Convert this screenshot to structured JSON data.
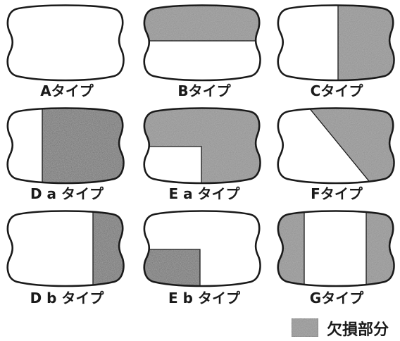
{
  "fill_color": "#8f8f8f",
  "fill_color_dark": "#6e6e6e",
  "outline_color": "#1a1a1a",
  "types": [
    {
      "id": "a",
      "label": "Aタイプ"
    },
    {
      "id": "b",
      "label": "Bタイプ"
    },
    {
      "id": "c",
      "label": "Cタイプ"
    },
    {
      "id": "da",
      "label": "D a タイプ"
    },
    {
      "id": "ea",
      "label": "E a タイプ"
    },
    {
      "id": "f",
      "label": "Fタイプ"
    },
    {
      "id": "db",
      "label": "D b タイプ"
    },
    {
      "id": "eb",
      "label": "E b タイプ"
    },
    {
      "id": "g",
      "label": "Gタイプ"
    }
  ],
  "legend": {
    "label": "欠損部分"
  }
}
